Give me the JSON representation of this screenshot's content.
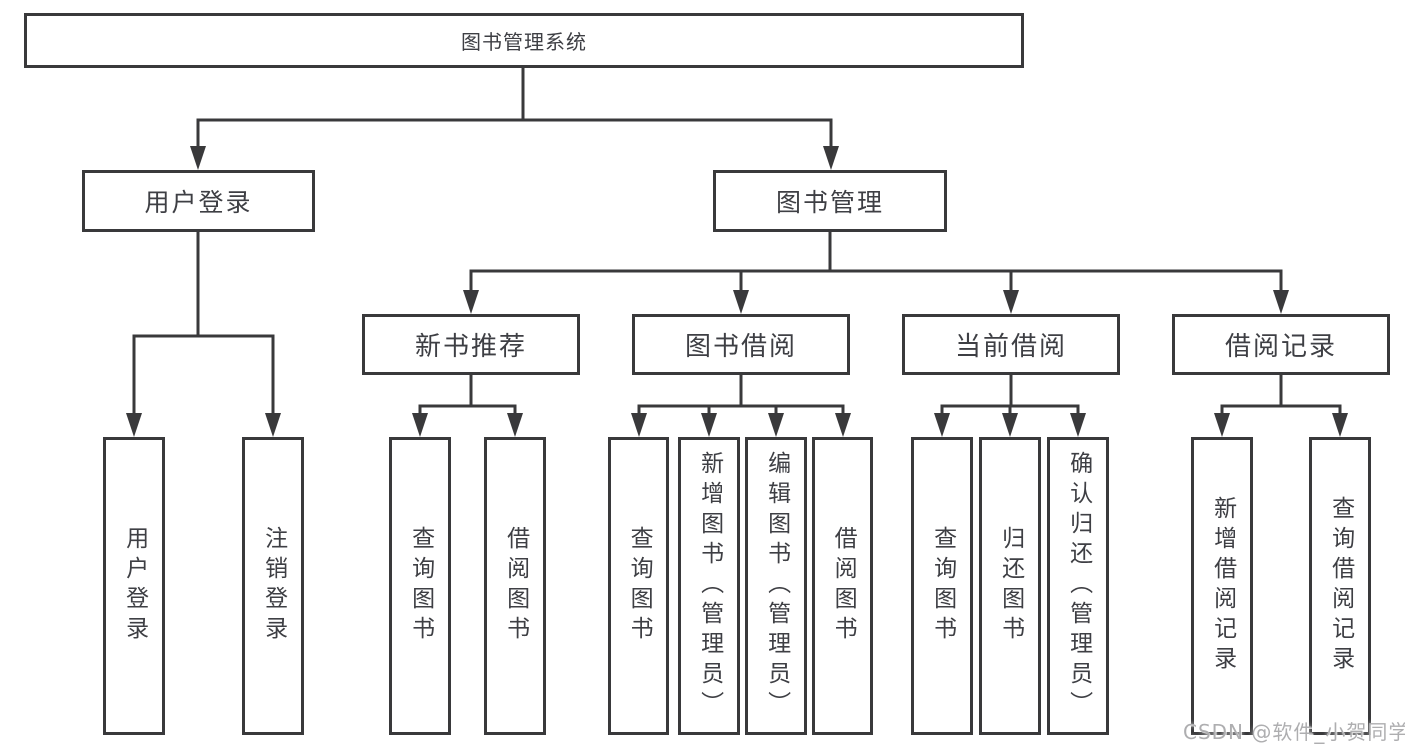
{
  "diagram_title": "图书管理系统",
  "tree": {
    "label": "图书管理系统",
    "children": [
      {
        "label": "用户登录",
        "children": [
          {
            "label": "用户登录"
          },
          {
            "label": "注销登录"
          }
        ]
      },
      {
        "label": "图书管理",
        "children": [
          {
            "label": "新书推荐",
            "children": [
              {
                "label": "查询图书"
              },
              {
                "label": "借阅图书"
              }
            ]
          },
          {
            "label": "图书借阅",
            "children": [
              {
                "label": "查询图书"
              },
              {
                "label": "新增图书（管理员）"
              },
              {
                "label": "编辑图书（管理员）"
              },
              {
                "label": "借阅图书"
              }
            ]
          },
          {
            "label": "当前借阅",
            "children": [
              {
                "label": "查询图书"
              },
              {
                "label": "归还图书"
              },
              {
                "label": "确认归还（管理员）"
              }
            ]
          },
          {
            "label": "借阅记录",
            "children": [
              {
                "label": "新增借阅记录"
              },
              {
                "label": "查询借阅记录"
              }
            ]
          }
        ]
      }
    ]
  },
  "colors": {
    "line": "#39393b",
    "box_border": "#39393b",
    "text": "#3e3f44",
    "watermark": "#aeaeb0",
    "background": "#ffffff"
  },
  "watermark": "CSDN @软件_小贺同学"
}
